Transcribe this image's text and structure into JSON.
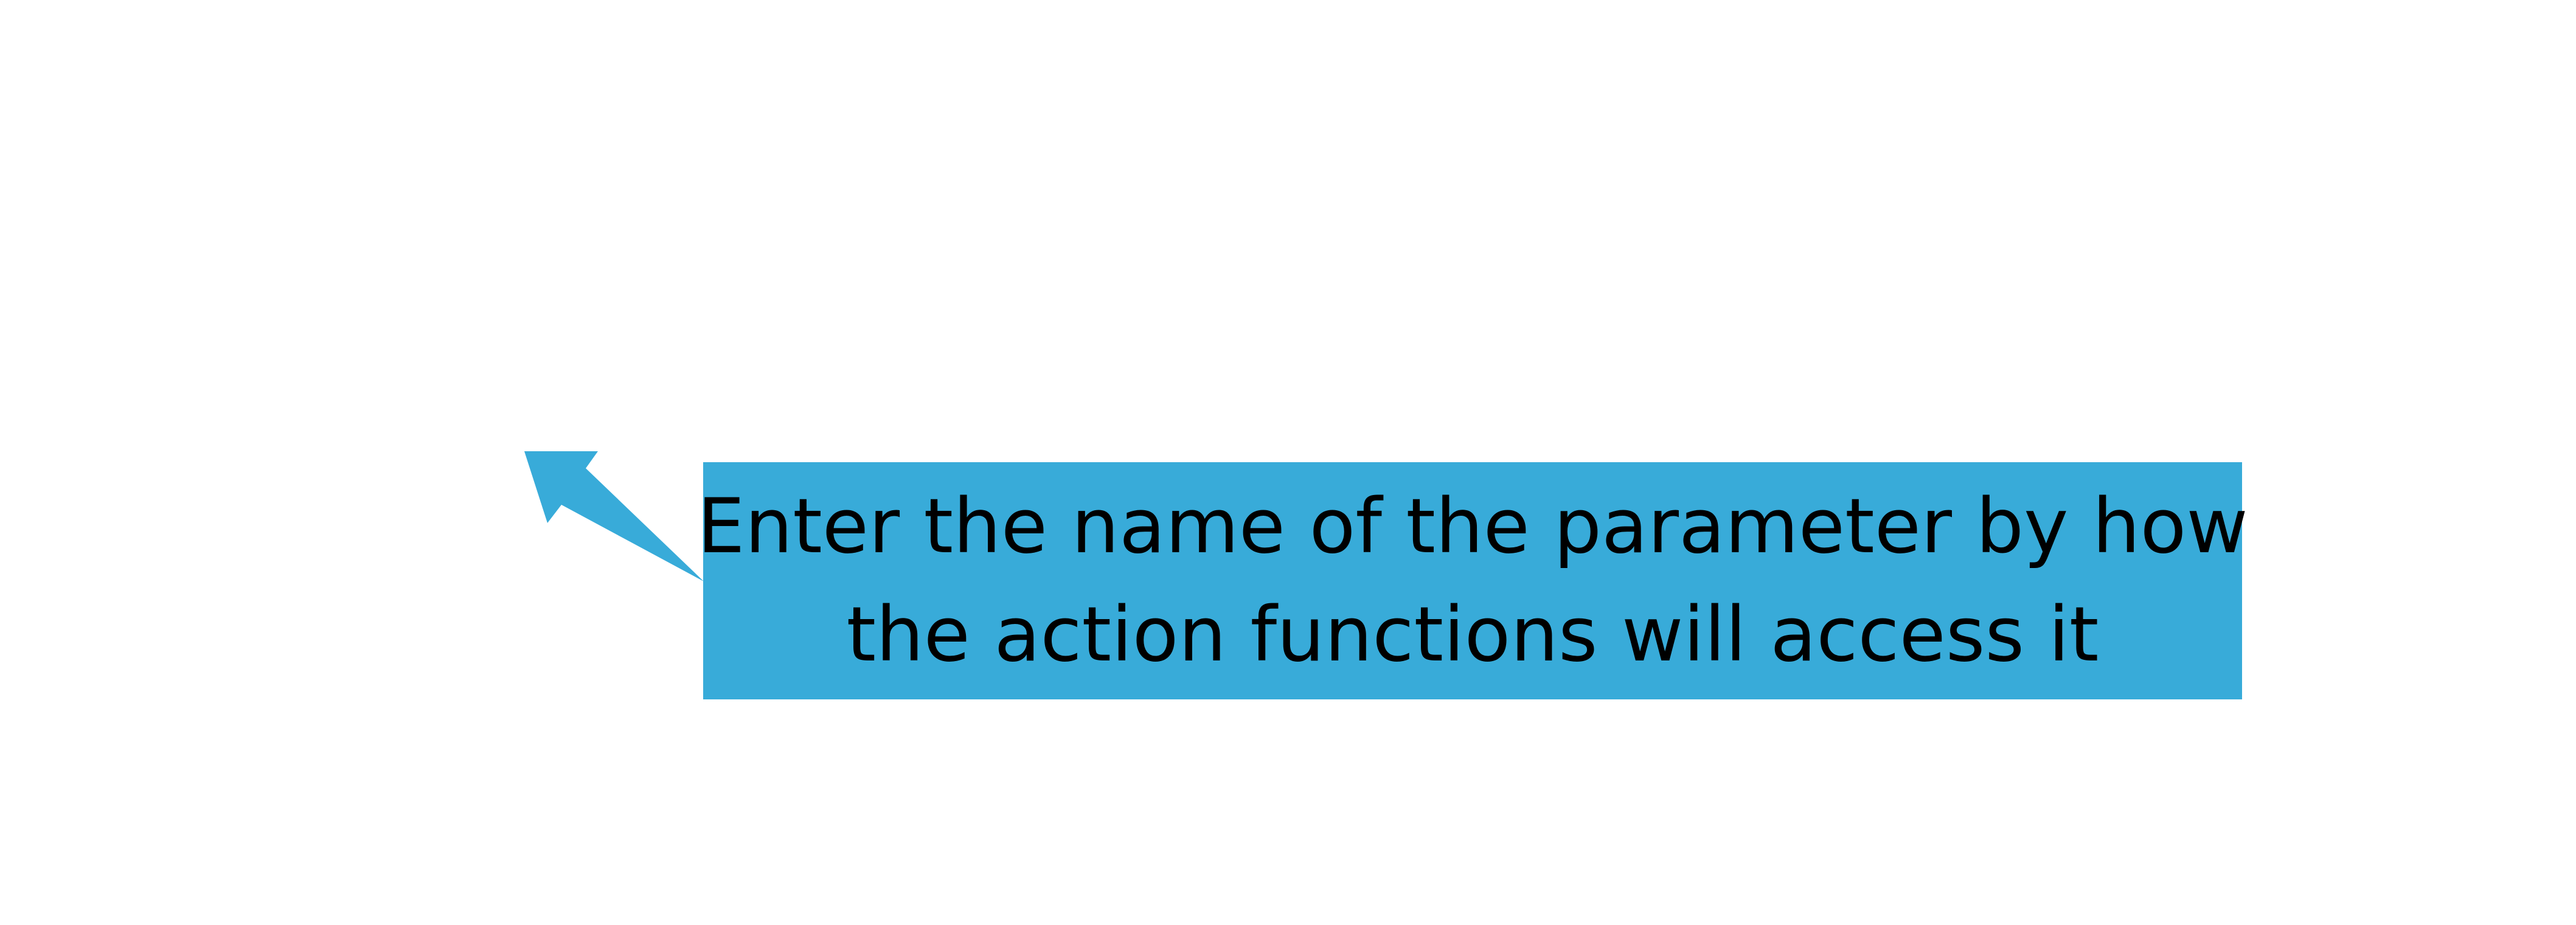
{
  "callout": {
    "line_1": "Enter the name of the parameter by how",
    "line_2": "the action functions will access it",
    "fill_color": "#38abd9",
    "text_color": "#000000",
    "pointer": "arrow-pointing-up-left"
  }
}
